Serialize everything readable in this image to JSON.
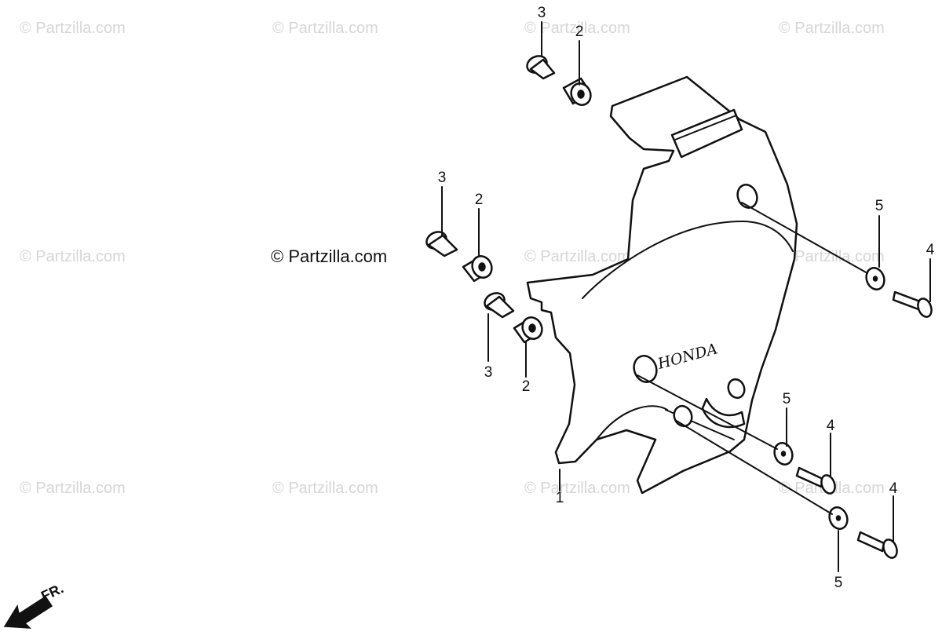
{
  "watermark_text": "© Partzilla.com",
  "copyright_text": "© Partzilla.com",
  "brand_text": "HONDA",
  "front_indicator": "FR.",
  "callouts": [
    "1",
    "2",
    "3",
    "4",
    "5"
  ]
}
